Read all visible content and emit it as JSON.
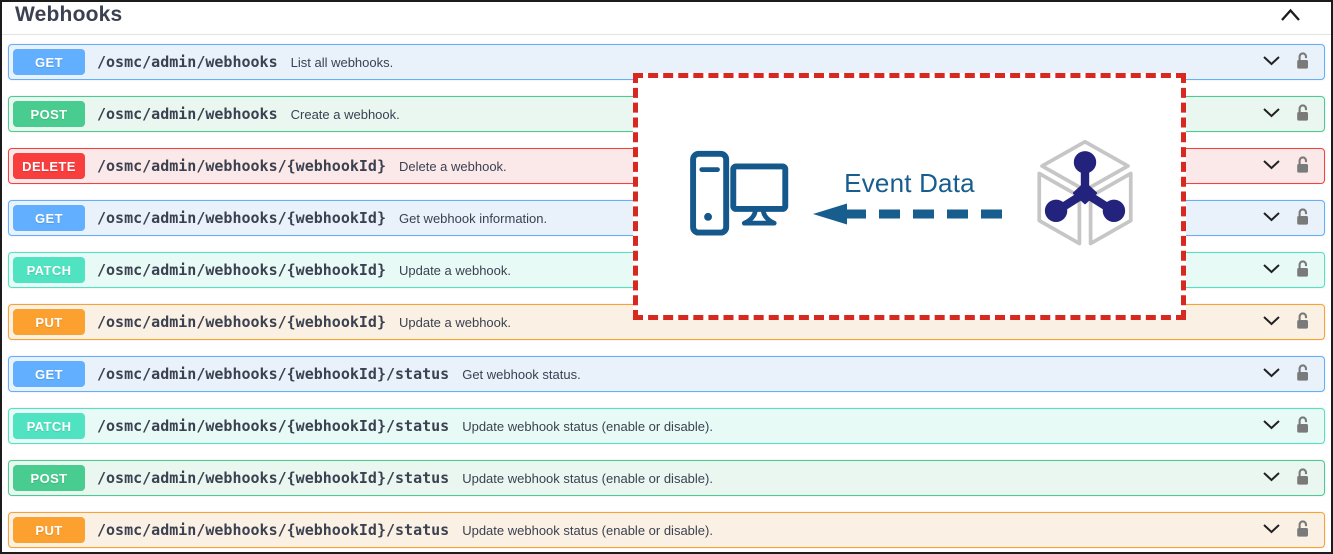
{
  "section": {
    "title": "Webhooks",
    "collapse_icon": "chevron-up"
  },
  "methods": {
    "GET": {
      "badge": "#61affe",
      "bg": "#e9f1fb",
      "border": "#61affe"
    },
    "POST": {
      "badge": "#49cc90",
      "bg": "#eaf7f1",
      "border": "#49cc90"
    },
    "DELETE": {
      "badge": "#f93e3e",
      "bg": "#fbe9e9",
      "border": "#f93e3e"
    },
    "PATCH": {
      "badge": "#50e3c2",
      "bg": "#e8faf6",
      "border": "#50e3c2"
    },
    "PUT": {
      "badge": "#fca130",
      "bg": "#faf1e4",
      "border": "#fca130"
    }
  },
  "endpoints": [
    {
      "method": "GET",
      "path": "/osmc/admin/webhooks",
      "description": "List all webhooks."
    },
    {
      "method": "POST",
      "path": "/osmc/admin/webhooks",
      "description": "Create a webhook."
    },
    {
      "method": "DELETE",
      "path": "/osmc/admin/webhooks/{webhookId}",
      "description": "Delete a webhook."
    },
    {
      "method": "GET",
      "path": "/osmc/admin/webhooks/{webhookId}",
      "description": "Get webhook information."
    },
    {
      "method": "PATCH",
      "path": "/osmc/admin/webhooks/{webhookId}",
      "description": "Update a webhook."
    },
    {
      "method": "PUT",
      "path": "/osmc/admin/webhooks/{webhookId}",
      "description": "Update a webhook."
    },
    {
      "method": "GET",
      "path": "/osmc/admin/webhooks/{webhookId}/status",
      "description": "Get webhook status."
    },
    {
      "method": "PATCH",
      "path": "/osmc/admin/webhooks/{webhookId}/status",
      "description": "Update webhook status (enable or disable)."
    },
    {
      "method": "POST",
      "path": "/osmc/admin/webhooks/{webhookId}/status",
      "description": "Update webhook status (enable or disable)."
    },
    {
      "method": "PUT",
      "path": "/osmc/admin/webhooks/{webhookId}/status",
      "description": "Update webhook status (enable or disable)."
    }
  ],
  "row_icons": {
    "expand": "chevron-down-icon",
    "auth": "unlocked-padlock-icon"
  },
  "overlay": {
    "label": "Event Data",
    "border_color": "#d7291f",
    "accent_color": "#175e8e",
    "node_color": "#23237d",
    "cube_outline_color": "#c6c6c6",
    "icons": [
      "computer-icon",
      "dashed-arrow-left-icon",
      "webhook-cube-icon"
    ]
  }
}
